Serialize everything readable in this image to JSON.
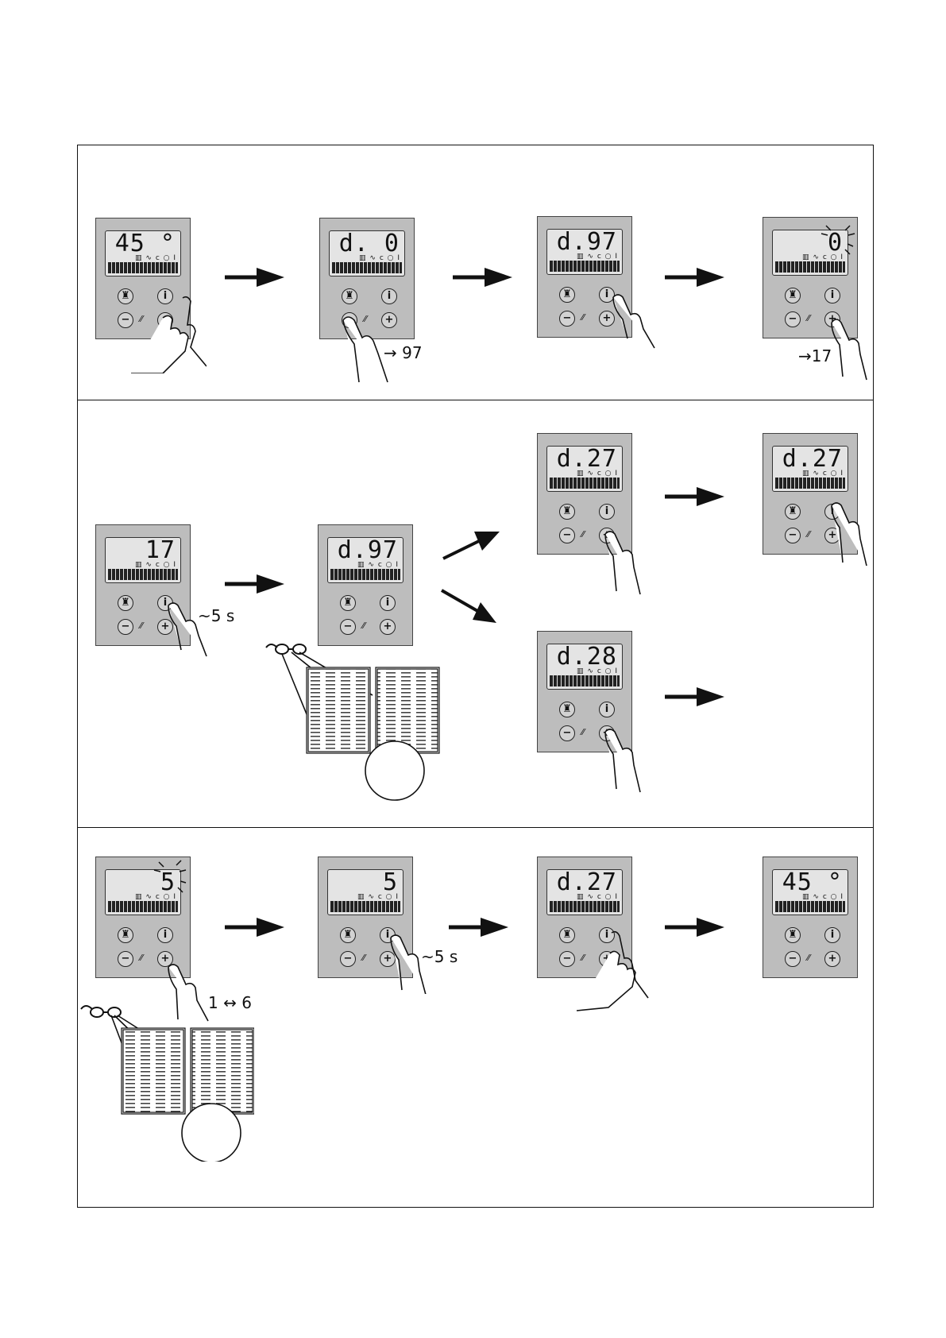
{
  "panel_icons": {
    "flame": "flame-icon",
    "info": "i",
    "minus": "−",
    "plus": "+",
    "tool": "⁄⁄",
    "status_row": "▥ ∿ c ○ I"
  },
  "row1": {
    "p1": {
      "display": "45 °"
    },
    "p2": {
      "display": "d. 0"
    },
    "p2_note": "→ 97",
    "p3": {
      "display": "d.97"
    },
    "p4": {
      "display": "0"
    },
    "p4_note": "→17"
  },
  "row2": {
    "p1": {
      "display": "17"
    },
    "p1_note": "~5 s",
    "p2": {
      "display": "d.97"
    },
    "p3": {
      "display": "d.27"
    },
    "p4": {
      "display": "d.27"
    },
    "p5": {
      "display": "d.28"
    }
  },
  "row3": {
    "p1": {
      "display": "5"
    },
    "p1_note": "1 ↔ 6",
    "p2": {
      "display": "5"
    },
    "p2_note": "~5 s",
    "p3": {
      "display": "d.27"
    },
    "p4": {
      "display": "45 °"
    }
  }
}
